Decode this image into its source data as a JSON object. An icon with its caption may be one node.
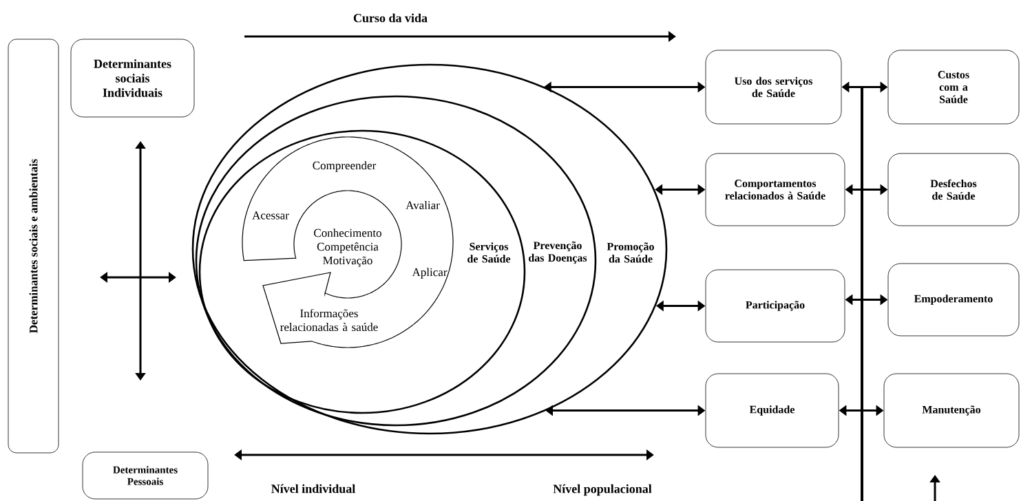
{
  "diagram": {
    "nodes": [
      {
        "text": [
          "Determinantes sociais e ambientais"
        ]
      },
      {
        "text": [
          "Determinantes sociais Individuais"
        ]
      },
      {
        "text": [
          "Determinantes Pessoais"
        ]
      },
      {
        "text": [
          "Promoção da Saúde"
        ]
      },
      {
        "text": [
          "Prevenção das Doenças"
        ],
        "in": 3
      },
      {
        "text": [
          "Serviços de Saúde"
        ],
        "in": 4
      },
      {
        "text": [
          "Uso dos serviços de Saúde"
        ]
      },
      {
        "text": [
          "Custos com a Saúde"
        ]
      },
      {
        "text": [
          "Comportamentos relacionados à Saúde"
        ]
      },
      {
        "text": [
          "Desfechos de Saúde"
        ]
      },
      {
        "text": [
          "Participação"
        ]
      },
      {
        "text": [
          "Empoderamento"
        ]
      },
      {
        "text": [
          "Equidade"
        ]
      },
      {
        "text": [
          "Manutenção"
        ]
      }
    ],
    "edges": [
      {
        "from": 3,
        "to": 6,
        "arrow": "both"
      },
      {
        "from": 3,
        "to": 8,
        "arrow": "both"
      },
      {
        "from": 3,
        "to": 10,
        "arrow": "both"
      },
      {
        "from": 3,
        "to": 12,
        "arrow": "both"
      },
      {
        "from": 6,
        "to": 7,
        "arrow": "both"
      },
      {
        "from": 8,
        "to": 9,
        "arrow": "both"
      },
      {
        "from": 10,
        "to": 11,
        "arrow": "both"
      },
      {
        "from": 12,
        "to": 13,
        "arrow": "both"
      }
    ],
    "labels": [
      "Curso da vida",
      "Compreender",
      "Acessar",
      "Avaliar",
      "Conhecimento Competência Motivação",
      "Aplicar",
      "Informações relacionadas à saúde",
      "Nível individual",
      "Nível populacional"
    ]
  }
}
